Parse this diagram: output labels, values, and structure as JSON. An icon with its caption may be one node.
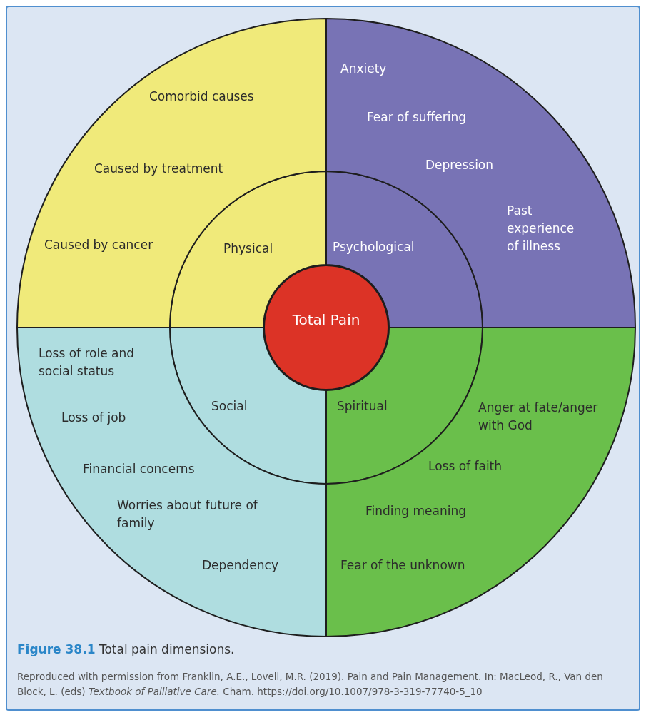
{
  "diagram": {
    "caption": "**Figure 38.1** Total pain dimensions.",
    "nodes": [
      {
        "text": [
          "Total Pain"
        ]
      },
      {
        "text": [
          "Physical"
        ]
      },
      {
        "text": [
          "Psychological"
        ]
      },
      {
        "text": [
          "Social"
        ]
      },
      {
        "text": [
          "Spiritual"
        ]
      },
      {
        "text": [
          "Comorbid causes",
          "Caused by treatment",
          "Caused by cancer"
        ]
      },
      {
        "text": [
          "Anxiety",
          "Fear of suffering",
          "Depression",
          "Past experience of illness"
        ]
      },
      {
        "text": [
          "Loss of role and social status",
          "Loss of job",
          "Financial concerns",
          "Worries about future of family",
          "Dependency"
        ]
      },
      {
        "text": [
          "Anger at fate/anger with God",
          "Loss of faith",
          "Finding meaning",
          "Fear of the unknown"
        ]
      }
    ],
    "labels": [
      "Reproduced with permission from Franklin, A.E., Lovell, M.R. (2019). Pain and Pain Management. In: MacLeod, R., Van den Block, L. (eds) *Textbook of Palliative Care.* Cham. https://doi.org/10.1007/978-3-319-77740-5_10"
    ]
  }
}
